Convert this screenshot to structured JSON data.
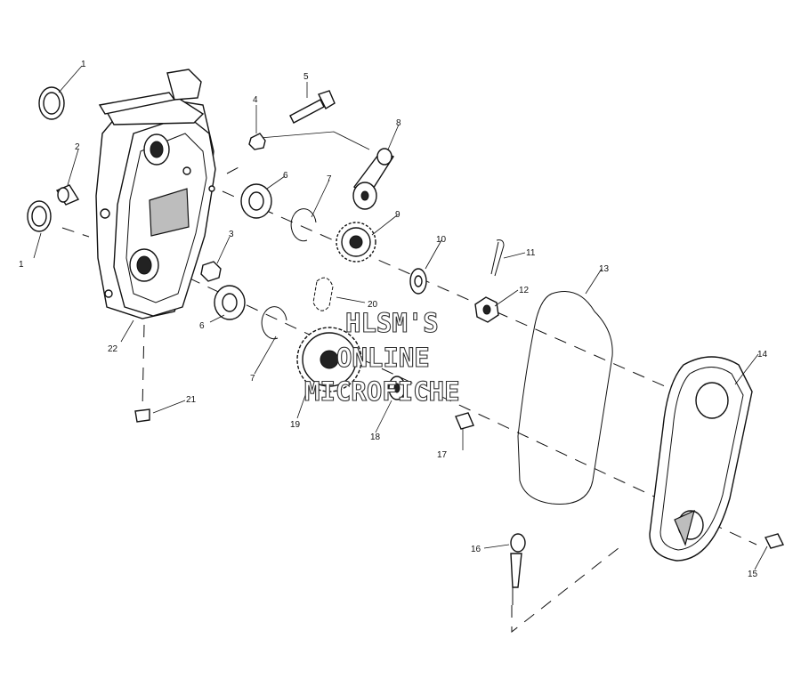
{
  "diagram": {
    "callouts": [
      {
        "id": "c1a",
        "label": "1"
      },
      {
        "id": "c1b",
        "label": "1"
      },
      {
        "id": "c2",
        "label": "2"
      },
      {
        "id": "c3",
        "label": "3"
      },
      {
        "id": "c4",
        "label": "4"
      },
      {
        "id": "c5",
        "label": "5"
      },
      {
        "id": "c6a",
        "label": "6"
      },
      {
        "id": "c6b",
        "label": "6"
      },
      {
        "id": "c7a",
        "label": "7"
      },
      {
        "id": "c7b",
        "label": "7"
      },
      {
        "id": "c8",
        "label": "8"
      },
      {
        "id": "c9",
        "label": "9"
      },
      {
        "id": "c10",
        "label": "10"
      },
      {
        "id": "c11",
        "label": "11"
      },
      {
        "id": "c12",
        "label": "12"
      },
      {
        "id": "c13",
        "label": "13"
      },
      {
        "id": "c14",
        "label": "14"
      },
      {
        "id": "c15",
        "label": "15"
      },
      {
        "id": "c16",
        "label": "16"
      },
      {
        "id": "c17",
        "label": "17"
      },
      {
        "id": "c18",
        "label": "18"
      },
      {
        "id": "c19",
        "label": "19"
      },
      {
        "id": "c20",
        "label": "20"
      },
      {
        "id": "c21",
        "label": "21"
      },
      {
        "id": "c22",
        "label": "22"
      }
    ],
    "watermark": [
      "HLSM'S",
      "ONLINE",
      "MICROFICHE"
    ]
  }
}
